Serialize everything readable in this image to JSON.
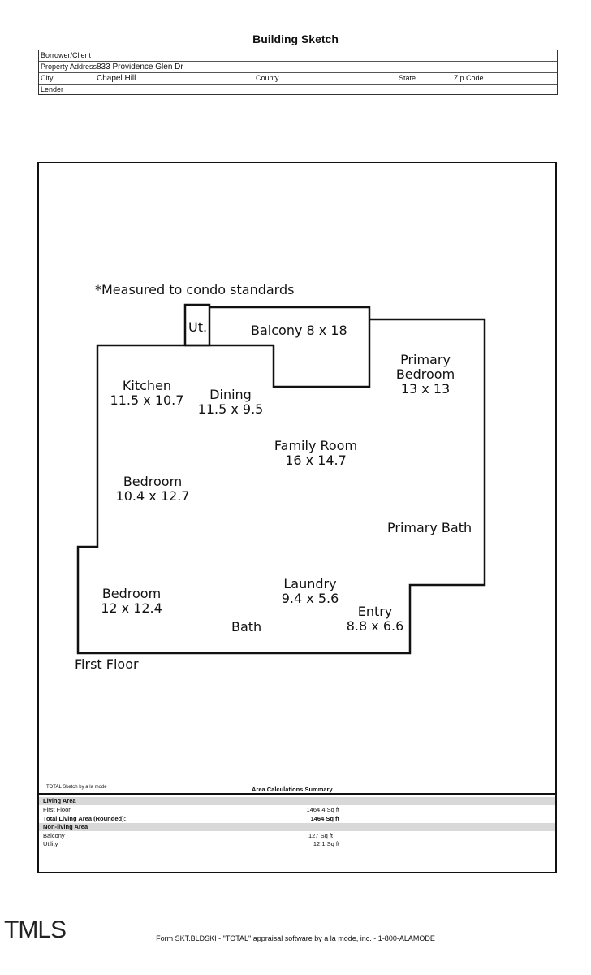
{
  "title": "Building Sketch",
  "header": {
    "borrower_label": "Borrower/Client",
    "address_label": "Property Address",
    "address": "833 Providence Glen Dr",
    "city_label": "City",
    "city": "Chapel Hill",
    "county_label": "County",
    "state_label": "State",
    "zip_label": "Zip Code",
    "lender_label": "Lender"
  },
  "sketch": {
    "note": "*Measured to condo standards",
    "floor_label": "First Floor",
    "rooms": {
      "ut": "Ut.",
      "balcony": "Balcony 8 x 18",
      "primary_bedroom": [
        "Primary",
        "Bedroom",
        "13 x 13"
      ],
      "kitchen": [
        "Kitchen",
        "11.5 x 10.7"
      ],
      "dining": [
        "Dining",
        "11.5 x 9.5"
      ],
      "family": [
        "Family Room",
        "16 x 14.7"
      ],
      "bedroom1": [
        "Bedroom",
        "10.4 x 12.7"
      ],
      "primary_bath": "Primary Bath",
      "laundry": [
        "Laundry",
        "9.4 x 5.6"
      ],
      "bedroom2": [
        "Bedroom",
        "12 x 12.4"
      ],
      "entry": [
        "Entry",
        "8.8 x 6.6"
      ],
      "bath": "Bath"
    }
  },
  "calc": {
    "credit": "TOTAL Sketch by a la mode",
    "title": "Area Calculations Summary",
    "living_header": "Living Area",
    "first_floor": {
      "label": "First Floor",
      "value": "1464.4 Sq ft"
    },
    "total": {
      "label": "Total Living Area (Rounded):",
      "value": "1464 Sq ft"
    },
    "nonliving_header": "Non-living Area",
    "balcony": {
      "label": "Balcony",
      "value": "127 Sq ft"
    },
    "utility": {
      "label": "Utility",
      "value": "12.1 Sq ft"
    }
  },
  "logo": "TMLS",
  "footer": "Form SKT.BLDSKI - \"TOTAL\" appraisal software by a la mode, inc. - 1-800-ALAMODE"
}
